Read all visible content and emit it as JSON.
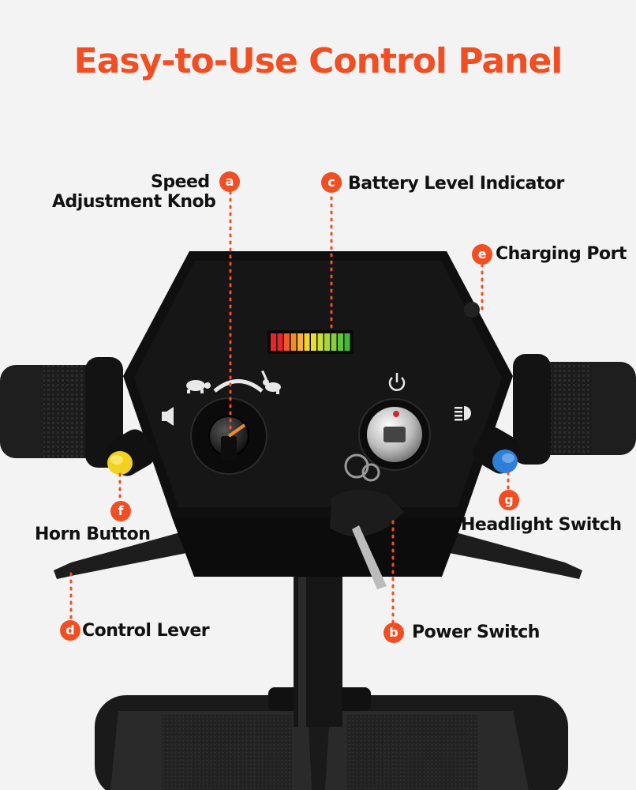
{
  "title": "Easy-to-Use Control Panel",
  "colors": {
    "accent": "#f04e23",
    "panel": "#141414",
    "horn_button": "#f2d21e",
    "headlight_button": "#2e7fd9"
  },
  "callouts": [
    {
      "letter": "a",
      "label_lines": [
        "Speed",
        "Adjustment Knob"
      ]
    },
    {
      "letter": "b",
      "label": "Power Switch"
    },
    {
      "letter": "c",
      "label": "Battery Level Indicator"
    },
    {
      "letter": "d",
      "label": "Control Lever"
    },
    {
      "letter": "e",
      "label": "Charging Port"
    },
    {
      "letter": "f",
      "label": "Horn Button"
    },
    {
      "letter": "g",
      "label": "Headlight Switch"
    }
  ],
  "battery_indicator": {
    "segments": 12,
    "colors": [
      "#e8232a",
      "#e8232a",
      "#ee5a2a",
      "#f28c2a",
      "#f6b52c",
      "#f3d12e",
      "#e6df30",
      "#c9df33",
      "#a8d838",
      "#86cf3a",
      "#62c33b",
      "#45b53c"
    ]
  },
  "icons": [
    "turtle-icon",
    "rabbit-icon",
    "power-icon",
    "horn-icon",
    "headlight-icon"
  ]
}
